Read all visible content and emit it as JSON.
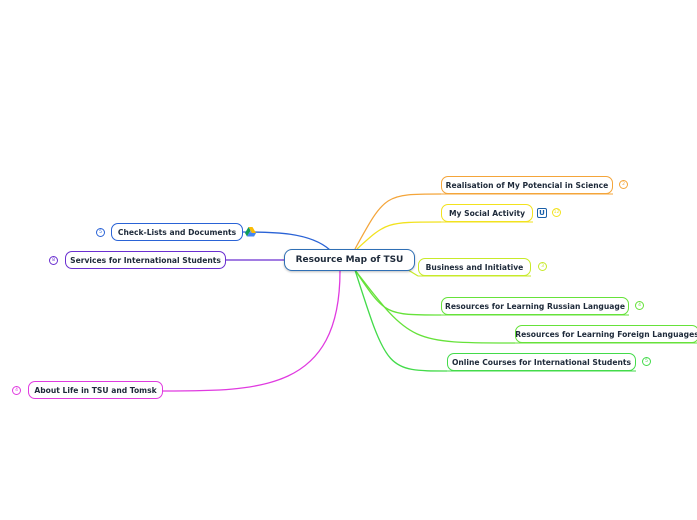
{
  "root": {
    "label": "Resource Map of TSU",
    "color": "#2f6fb5"
  },
  "topics": [
    {
      "id": "t1",
      "label": "Realisation of My Potencial in Science",
      "color": "#f4a53a",
      "badge": "2"
    },
    {
      "id": "t2",
      "label": "My Social Activity",
      "color": "#f2e21e",
      "badge": "12",
      "icon": "tsu-u-icon"
    },
    {
      "id": "t3",
      "label": "Business and Initiative",
      "color": "#c8ea2a",
      "badge": "3"
    },
    {
      "id": "t4",
      "label": "Resources for Learning Russian Language",
      "color": "#66e23a",
      "badge": "4"
    },
    {
      "id": "t5",
      "label": "Resources for Learning Foreign Languages",
      "color": "#66e23a"
    },
    {
      "id": "t6",
      "label": "Online Courses for International Students",
      "color": "#43db4a",
      "badge": "5"
    },
    {
      "id": "t7",
      "label": "Check-Lists and Documents",
      "color": "#2a63d6",
      "badge": "5",
      "icon": "google-drive-icon"
    },
    {
      "id": "t8",
      "label": "Services for International Students",
      "color": "#6a2fd0",
      "badge": "8"
    },
    {
      "id": "t9",
      "label": "About Life in TSU and Tomsk",
      "color": "#e03ae0",
      "badge": "4"
    }
  ]
}
